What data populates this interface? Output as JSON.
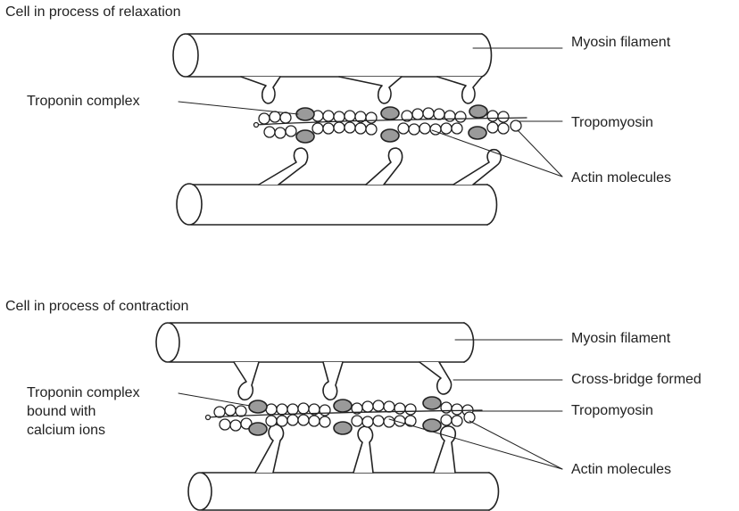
{
  "panels": [
    {
      "title": "Cell in process of relaxation",
      "labels": {
        "myosin": "Myosin filament",
        "troponin": "Troponin complex",
        "tropomyosin": "Tropomyosin",
        "actin": "Actin molecules"
      }
    },
    {
      "title": "Cell in process of contraction",
      "labels": {
        "myosin": "Myosin filament",
        "crossbridge": "Cross-bridge formed",
        "troponin_line1": "Troponin complex",
        "troponin_line2": "bound with",
        "troponin_line3": "calcium ions",
        "tropomyosin": "Tropomyosin",
        "actin": "Actin molecules"
      }
    }
  ],
  "colors": {
    "stroke": "#222222",
    "troponin_fill": "#9a9a9a",
    "background": "#ffffff"
  }
}
